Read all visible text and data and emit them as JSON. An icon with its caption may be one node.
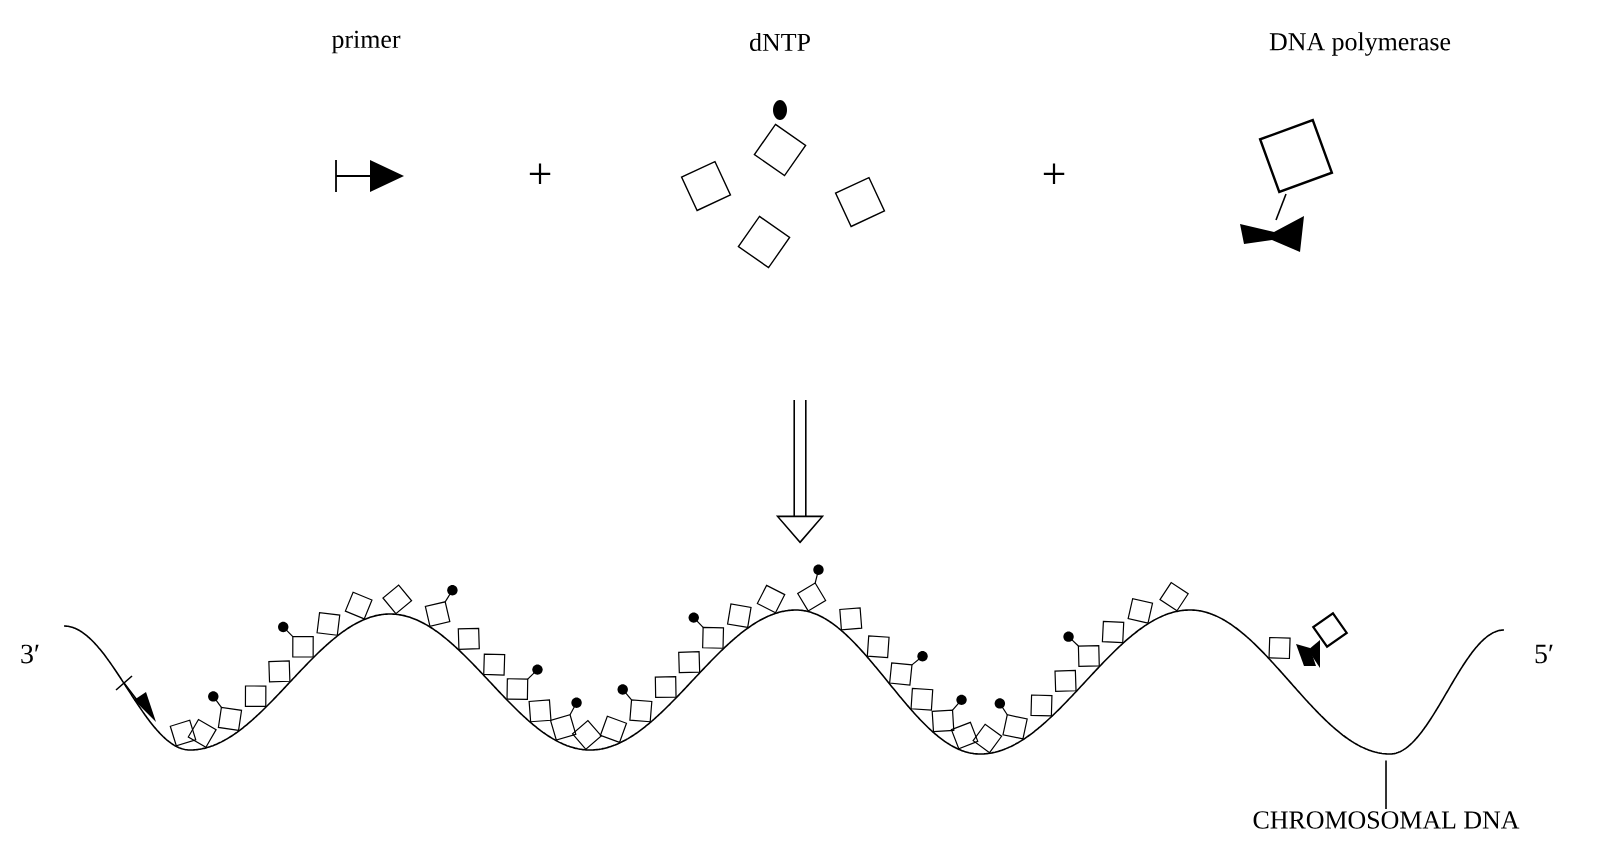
{
  "diagram": {
    "nodes": [
      {
        "text": [
          "primer"
        ]
      },
      {
        "text": [
          "dNTP"
        ]
      },
      {
        "text": [
          "DNA polymerase"
        ]
      },
      {
        "text": [],
        "shape": "picture",
        "beside": [
          "3′",
          "5′"
        ]
      },
      {
        "text": [
          "CHROMOSOMAL DNA"
        ]
      }
    ],
    "edges": [
      {
        "from": null,
        "to": 3,
        "arrow": "to",
        "style": "thick"
      },
      {
        "from": 4,
        "to": 3,
        "arrow": "none"
      }
    ],
    "labels": [
      "+",
      "+"
    ]
  }
}
